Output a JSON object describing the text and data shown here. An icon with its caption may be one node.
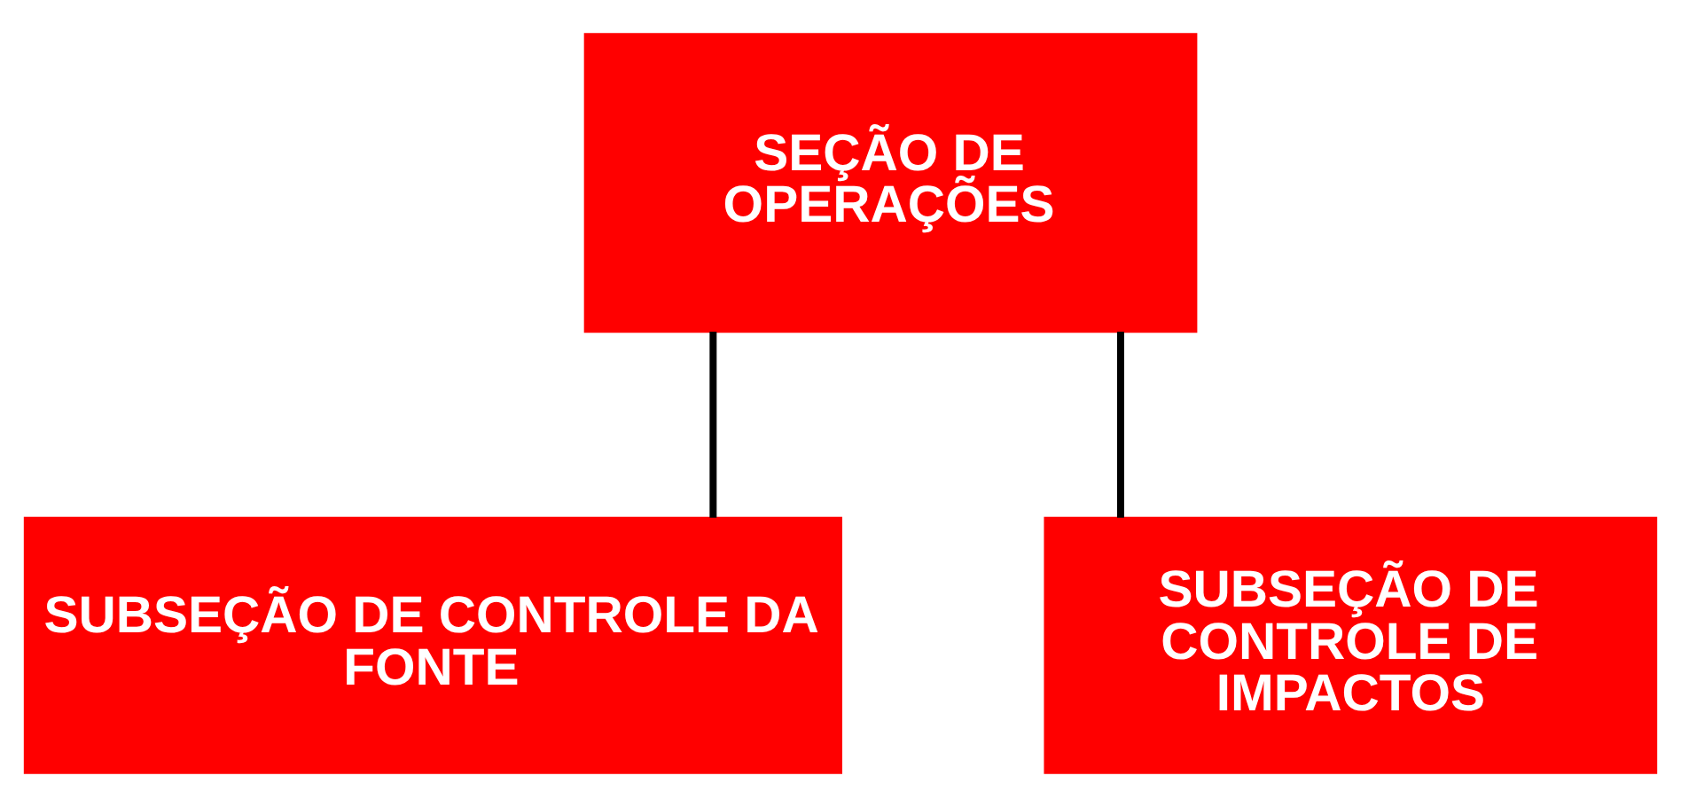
{
  "diagram": {
    "nodes": [
      {
        "text": [
          "SEÇÃO DE OPERAÇÕES"
        ]
      },
      {
        "text": [
          "SUBSEÇÃO DE CONTROLE DA FONTE"
        ]
      },
      {
        "text": [
          "SUBSEÇÃO DE CONTROLE DE IMPACTOS"
        ]
      }
    ],
    "edges": [
      {
        "from": 0,
        "to": 1,
        "arrow": "none"
      },
      {
        "from": 0,
        "to": 2,
        "arrow": "none"
      }
    ]
  }
}
